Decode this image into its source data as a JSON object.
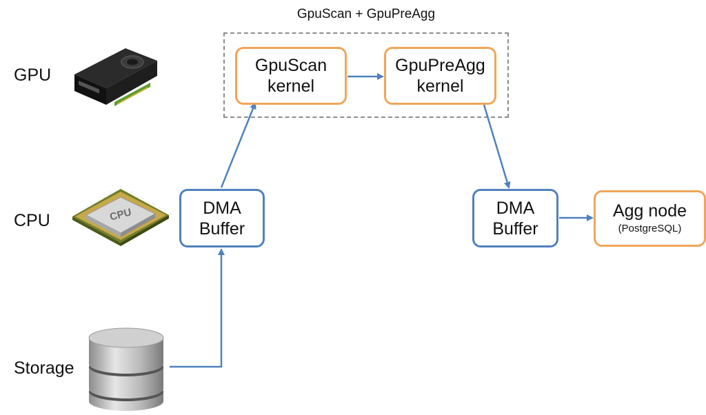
{
  "rows": {
    "gpu": "GPU",
    "cpu": "CPU",
    "storage": "Storage"
  },
  "group": {
    "title": "GpuScan + GpuPreAgg"
  },
  "nodes": {
    "gpuscan": {
      "line1": "GpuScan",
      "line2": "kernel"
    },
    "gpupreagg": {
      "line1": "GpuPreAgg",
      "line2": "kernel"
    },
    "dma_left": {
      "line1": "DMA",
      "line2": "Buffer"
    },
    "dma_right": {
      "line1": "DMA",
      "line2": "Buffer"
    },
    "agg": {
      "line1": "Agg node",
      "line2": "(PostgreSQL)"
    }
  },
  "icons": {
    "gpu": "gpu-card-icon",
    "cpu": "cpu-chip-icon",
    "cpu_chip_text": "CPU",
    "storage": "database-icon"
  },
  "colors": {
    "kernel_border": "#f0a55a",
    "buffer_border": "#4f81bd",
    "arrow": "#4f81bd",
    "group_border": "#8c8c8c"
  }
}
